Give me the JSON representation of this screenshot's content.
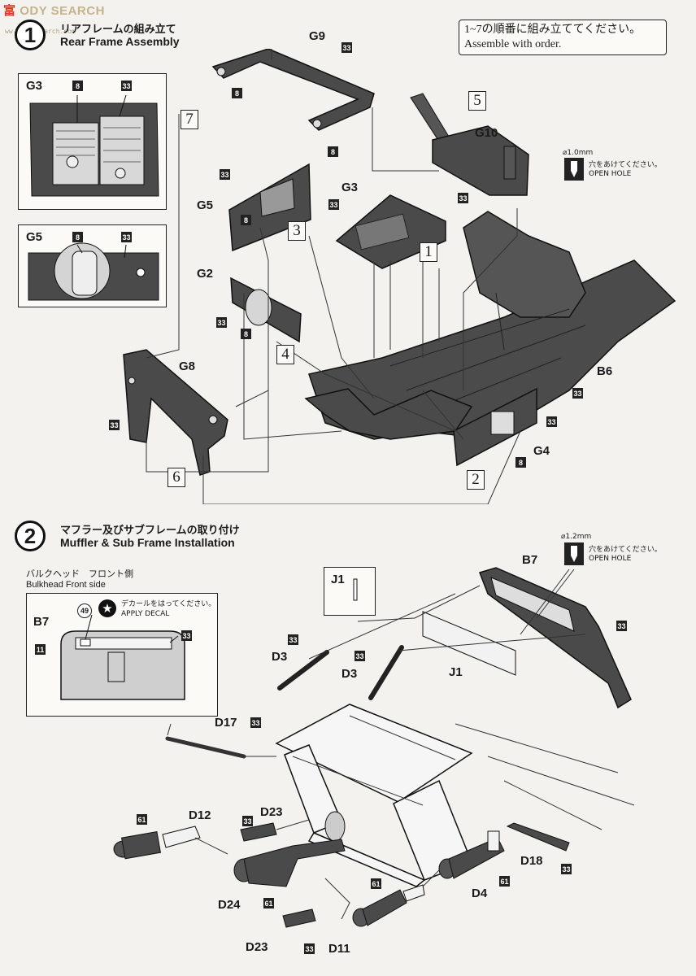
{
  "watermark": {
    "text_a": "富",
    "text_b": "ODY SEARCH",
    "sub": "ww.hobbysearch.com"
  },
  "order_note": {
    "jp": "1~7の順番に組み立ててください。",
    "en": "Assemble with order."
  },
  "step1": {
    "number": "1",
    "title_jp": "リアフレームの組み立て",
    "title_en": "Rear Frame Assembly",
    "inset_g3": {
      "label": "G3",
      "badge_a": "8",
      "badge_b": "33"
    },
    "inset_g5": {
      "label": "G5",
      "badge_a": "8",
      "badge_b": "33"
    },
    "parts": {
      "g9": "G9",
      "g10": "G10",
      "g3": "G3",
      "g5": "G5",
      "g2": "G2",
      "g8": "G8",
      "g4": "G4",
      "b6": "B6"
    },
    "badges": {
      "b8": "8",
      "b33": "33"
    },
    "sequence": [
      "1",
      "2",
      "3",
      "4",
      "5",
      "6",
      "7"
    ],
    "hole": {
      "size": "⌀1.0mm",
      "jp": "穴をあけてください。",
      "en": "OPEN HOLE"
    }
  },
  "step2": {
    "number": "2",
    "title_jp": "マフラー及びサブフレームの取り付け",
    "title_en": "Muffler & Sub Frame Installation",
    "bulkhead": {
      "jp": "バルクヘッド　フロント側",
      "en": "Bulkhead Front side",
      "label": "B7",
      "decal_number": "49",
      "decal_jp": "デカールをはってください。",
      "decal_en": "APPLY DECAL",
      "badge_a": "11",
      "badge_b": "33"
    },
    "hole": {
      "size": "⌀1.2mm",
      "jp": "穴をあけてください。",
      "en": "OPEN HOLE"
    },
    "parts": {
      "j1_inset": "J1",
      "b7": "B7",
      "d3a": "D3",
      "d3b": "D3",
      "j1": "J1",
      "d17": "D17",
      "d12": "D12",
      "d23a": "D23",
      "d24": "D24",
      "d23b": "D23",
      "d11": "D11",
      "d4": "D4",
      "d18": "D18"
    },
    "badges": {
      "b33": "33",
      "b61": "61"
    }
  }
}
